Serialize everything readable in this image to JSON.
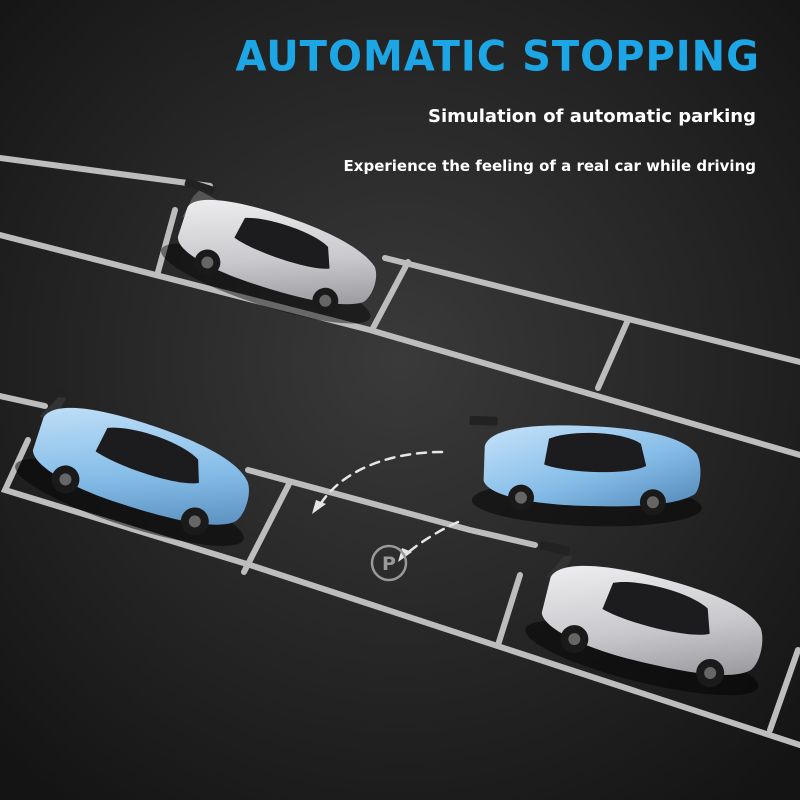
{
  "headline": "AUTOMATIC STOPPING",
  "subtitle": "Simulation of automatic parking",
  "tagline": "Experience the feeling of a real car while driving",
  "colors": {
    "accent": "#1ca6e6",
    "background": "#2a2a2a",
    "text": "#ffffff",
    "lines": "#bdbdbd",
    "car_silver": "#d9d9dc",
    "car_blue": "#8fc3ea"
  },
  "icons": [
    "parking-p-icon",
    "dashed-arc-arrow"
  ]
}
